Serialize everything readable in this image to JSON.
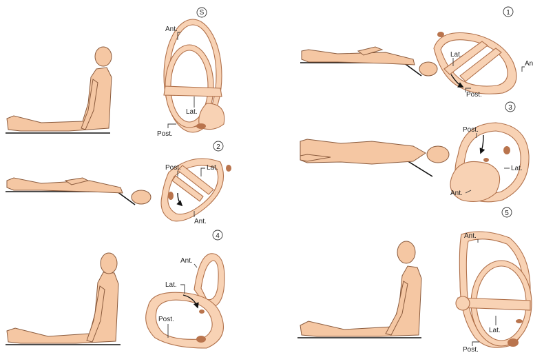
{
  "steps": {
    "s": "S",
    "one": "1",
    "two": "2",
    "three": "3",
    "four": "4",
    "five": "5"
  },
  "labels": {
    "ant": "Ant.",
    "ant_cut": "An",
    "lat": "Lat.",
    "post": "Post."
  },
  "colors": {
    "skin": "#f5c7a3",
    "canal": "#f8d2b4",
    "otolith": "#b9744d"
  }
}
